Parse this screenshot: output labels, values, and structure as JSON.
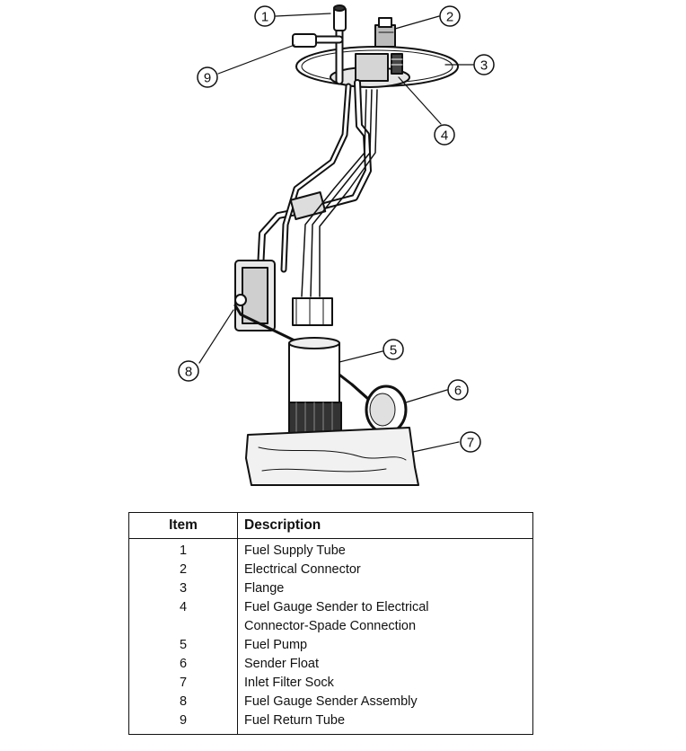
{
  "callouts": [
    {
      "num": "1"
    },
    {
      "num": "2"
    },
    {
      "num": "3"
    },
    {
      "num": "4"
    },
    {
      "num": "5"
    },
    {
      "num": "6"
    },
    {
      "num": "7"
    },
    {
      "num": "8"
    },
    {
      "num": "9"
    }
  ],
  "table": {
    "headers": {
      "item": "Item",
      "description": "Description"
    },
    "rows": [
      {
        "item": "1",
        "description": [
          "Fuel Supply Tube"
        ]
      },
      {
        "item": "2",
        "description": [
          "Electrical Connector"
        ]
      },
      {
        "item": "3",
        "description": [
          "Flange"
        ]
      },
      {
        "item": "4",
        "description": [
          "Fuel Gauge Sender to Electrical",
          "Connector-Spade Connection"
        ]
      },
      {
        "item": "5",
        "description": [
          "Fuel Pump"
        ]
      },
      {
        "item": "6",
        "description": [
          "Sender Float"
        ]
      },
      {
        "item": "7",
        "description": [
          "Inlet Filter Sock"
        ]
      },
      {
        "item": "8",
        "description": [
          "Fuel Gauge Sender Assembly"
        ]
      },
      {
        "item": "9",
        "description": [
          "Fuel Return Tube"
        ]
      }
    ]
  }
}
